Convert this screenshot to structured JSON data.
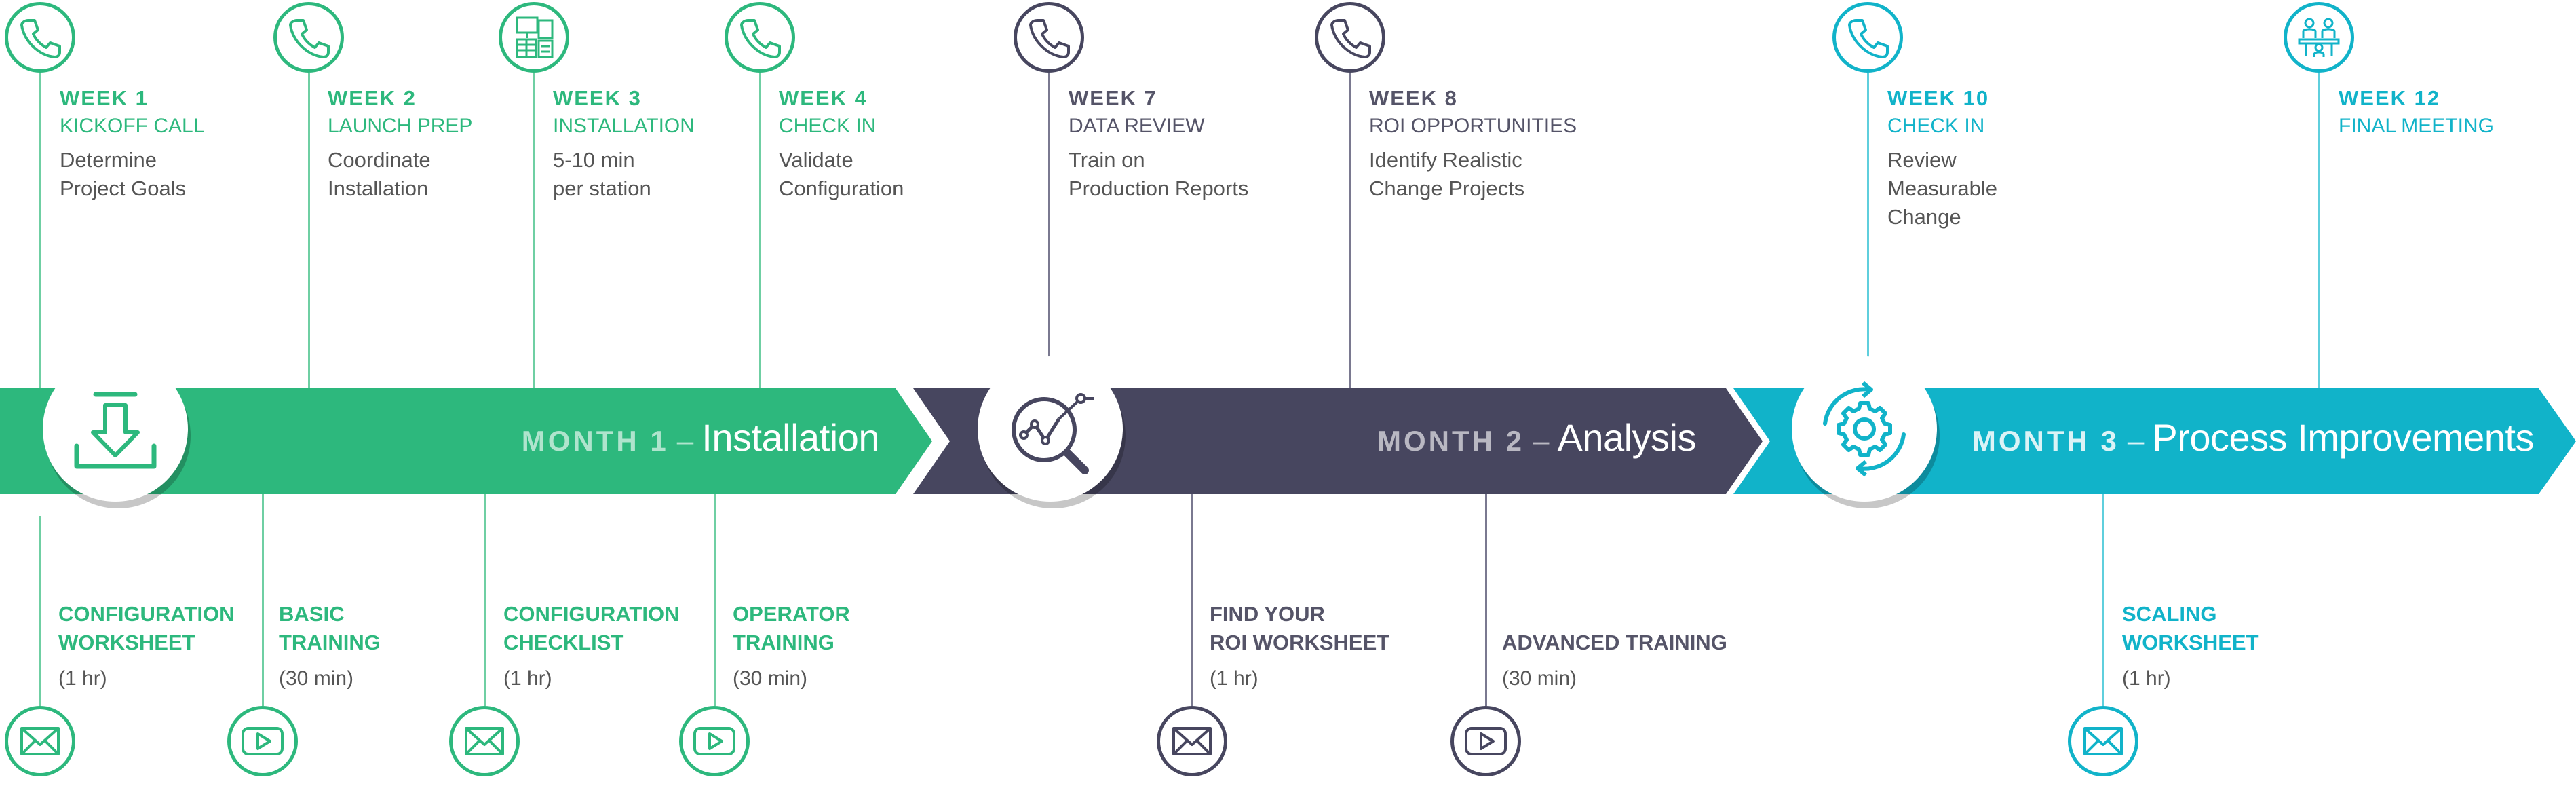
{
  "colors": {
    "green": "#2db87d",
    "green_dark": "#249b68",
    "navy": "#47465f",
    "navy_dark": "#383750",
    "teal": "#11b3c9",
    "teal_dark": "#0d98ab",
    "line_green": "#6fcfa3",
    "line_navy": "#7a7990",
    "line_teal": "#5fcfdd",
    "gray_text": "#555555"
  },
  "months": [
    {
      "key": "MONTH 1",
      "dash": "–",
      "name": "Installation",
      "theme": "green",
      "icon": "download-icon"
    },
    {
      "key": "MONTH 2",
      "dash": "–",
      "name": "Analysis",
      "theme": "navy",
      "icon": "analytics-magnifier-icon"
    },
    {
      "key": "MONTH 3",
      "dash": "–",
      "name": "Process Improvements",
      "theme": "teal",
      "icon": "gear-cycle-icon"
    }
  ],
  "weeks": [
    {
      "week": "WEEK 1",
      "title": "KICKOFF CALL",
      "desc": "Determine\nProject Goals",
      "icon": "phone-icon",
      "theme": "green"
    },
    {
      "week": "WEEK 2",
      "title": "LAUNCH PREP",
      "desc": "Coordinate\nInstallation",
      "icon": "phone-icon",
      "theme": "green"
    },
    {
      "week": "WEEK 3",
      "title": "INSTALLATION",
      "desc": "5-10 min\nper station",
      "icon": "workstation-icon",
      "theme": "green"
    },
    {
      "week": "WEEK 4",
      "title": "CHECK IN",
      "desc": "Validate\nConfiguration",
      "icon": "phone-icon",
      "theme": "green"
    },
    {
      "week": "WEEK 7",
      "title": "DATA REVIEW",
      "desc": "Train on\nProduction Reports",
      "icon": "phone-icon",
      "theme": "navy"
    },
    {
      "week": "WEEK 8",
      "title": "ROI OPPORTUNITIES",
      "desc": "Identify Realistic\nChange Projects",
      "icon": "phone-icon",
      "theme": "navy"
    },
    {
      "week": "WEEK 10",
      "title": "CHECK IN",
      "desc": "Review\nMeasurable\nChange",
      "icon": "phone-icon",
      "theme": "teal"
    },
    {
      "week": "WEEK 12",
      "title": "FINAL MEETING",
      "desc": "",
      "icon": "meeting-icon",
      "theme": "teal"
    }
  ],
  "resources": [
    {
      "title": "CONFIGURATION\nWORKSHEET",
      "duration": "(1 hr)",
      "icon": "envelope-icon",
      "theme": "green"
    },
    {
      "title": "BASIC\nTRAINING",
      "duration": "(30 min)",
      "icon": "video-play-icon",
      "theme": "green"
    },
    {
      "title": "CONFIGURATION\nCHECKLIST",
      "duration": "(1 hr)",
      "icon": "envelope-icon",
      "theme": "green"
    },
    {
      "title": "OPERATOR\nTRAINING",
      "duration": "(30 min)",
      "icon": "video-play-icon",
      "theme": "green"
    },
    {
      "title": "FIND YOUR\nROI WORKSHEET",
      "duration": "(1 hr)",
      "icon": "envelope-icon",
      "theme": "navy"
    },
    {
      "title": "ADVANCED TRAINING",
      "duration": "(30 min)",
      "icon": "video-play-icon",
      "theme": "navy"
    },
    {
      "title": "SCALING\nWORKSHEET",
      "duration": "(1 hr)",
      "icon": "envelope-icon",
      "theme": "teal"
    }
  ]
}
